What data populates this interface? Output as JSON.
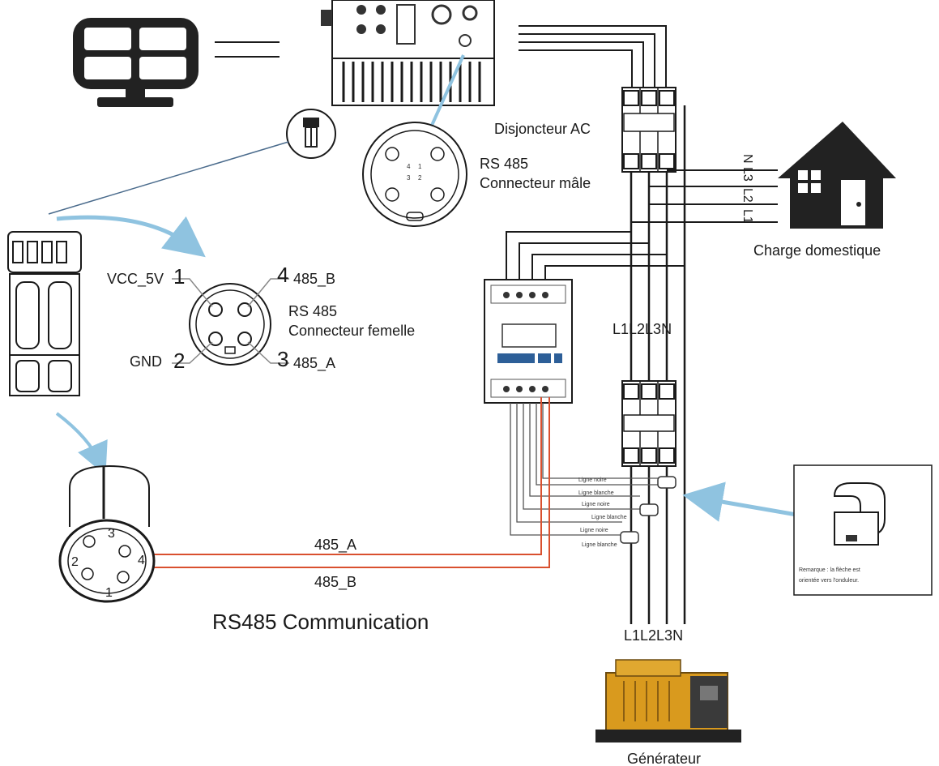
{
  "labels": {
    "ac_breaker": "Disjoncteur AC",
    "rs485_top": "RS 485",
    "male_connector": "Connecteur mâle",
    "household_load": "Charge domestique",
    "vcc": "VCC_5V",
    "pin1": "1",
    "pin4": "4",
    "b485": "485_B",
    "rs485_mid": "RS 485",
    "female_connector": "Connecteur femelle",
    "gnd": "GND",
    "pin2": "2",
    "pin3": "3",
    "a485": "485_A",
    "meter_phases": "L1L2L3N",
    "line_a": "485_A",
    "line_b": "485_B",
    "communication": "RS485 Communication",
    "generator_phases": "L1L2L3N",
    "generator": "Générateur",
    "note_line1": "Remarque : la flèche est",
    "note_line2": "orientée vers l'onduleur.",
    "house_phases": [
      "N",
      "L3",
      "L2",
      "L1"
    ],
    "male_pins": [
      "4",
      "1",
      "3",
      "2"
    ],
    "plug_pins": [
      "3",
      "2",
      "4",
      "1"
    ],
    "wire_tags": [
      "Ligne noire",
      "Ligne blanche",
      "Ligne noire",
      "Ligne blanche",
      "Ligne noire",
      "Ligne blanche"
    ]
  },
  "colors": {
    "line": "#1a1a1a",
    "signal": "#d9502f",
    "arrow": "#8fc3e0",
    "engine": "#d99a1e"
  },
  "icons": {
    "solar": "solar-panel-icon",
    "house": "house-icon",
    "generator": "generator-icon",
    "ct": "current-clamp-icon"
  }
}
